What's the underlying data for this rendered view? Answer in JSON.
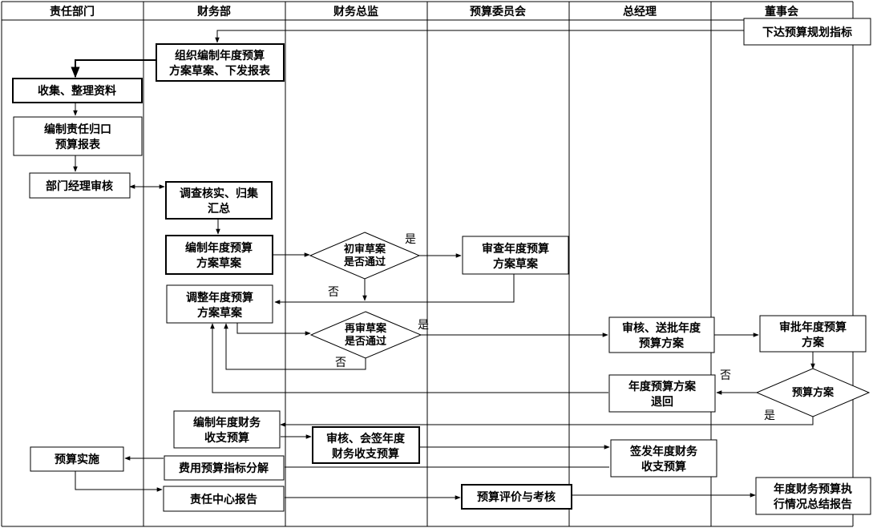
{
  "lanes": [
    "责任部门",
    "财务部",
    "财务总监",
    "预算委员会",
    "总经理",
    "董事会"
  ],
  "nodes": {
    "issue_targets": "下达预算规划指标",
    "organize_draft": [
      "组织编制年度预算",
      "方案草案、下发报表"
    ],
    "collect": "收集、整理资料",
    "compile_dept": [
      "编制责任归口",
      "预算报表"
    ],
    "mgr_review": "部门经理审核",
    "investigate": [
      "调查核实、归集",
      "汇总"
    ],
    "compile_draft": [
      "编制年度预算",
      "方案草案"
    ],
    "first_review": [
      "初审草案",
      "是否通过"
    ],
    "committee_review": [
      "审查年度预算",
      "方案草案"
    ],
    "adjust_draft": [
      "调整年度预算",
      "方案草案"
    ],
    "second_review": [
      "再审草案",
      "是否通过"
    ],
    "gm_review": [
      "审核、送批年度",
      "预算方案"
    ],
    "board_approve": [
      "审批年度预算",
      "方案"
    ],
    "return_plan": [
      "年度预算方案",
      "退回"
    ],
    "plan_decision": "预算方案",
    "compile_income": [
      "编制年度财务",
      "收支预算"
    ],
    "cfo_sign": [
      "审核、会签年度",
      "财务收支预算"
    ],
    "issue_income": [
      "签发年度财务",
      "收支预算"
    ],
    "implement": "预算实施",
    "cost_breakdown": "费用预算指标分解",
    "center_report": "责任中心报告",
    "evaluation": "预算评价与考核",
    "summary_report": [
      "年度财务预算执",
      "行情况总结报告"
    ]
  },
  "labels": {
    "yes1": "是",
    "no1": "否",
    "yes2": "是",
    "no2": "否",
    "no3": "否",
    "yes3": "是"
  }
}
